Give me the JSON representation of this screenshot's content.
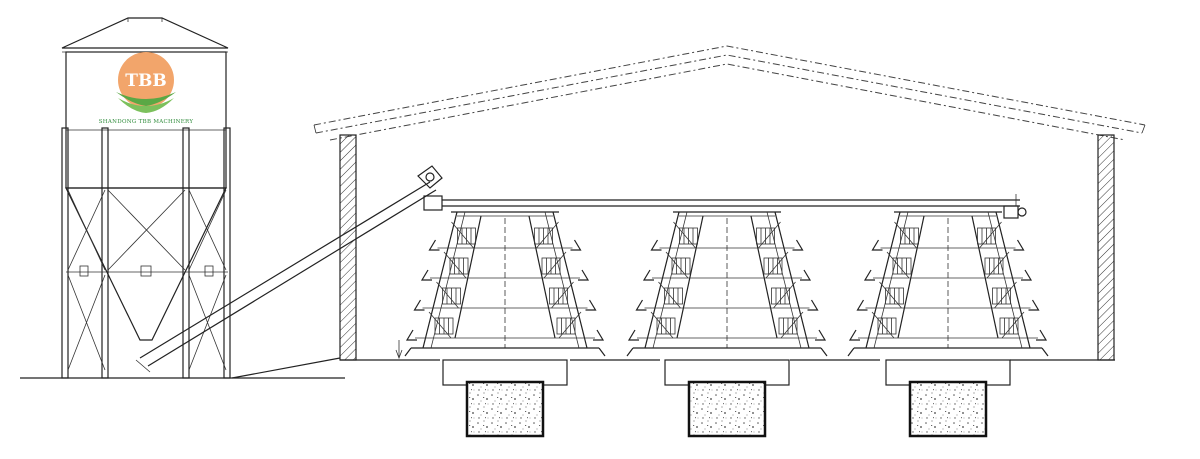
{
  "logo": {
    "mark": "TBB",
    "tagline": "SHANDONG TBB MACHINERY",
    "colors": {
      "badge": "#f2a56b",
      "leaf_green": "#5aa845",
      "text_green": "#2e8b3a"
    }
  },
  "icons": [
    "silo",
    "auger-conveyor",
    "feed-line",
    "motor",
    "cage-battery",
    "concrete-footing",
    "poultry-house"
  ],
  "battery_count": 3,
  "tiers_per_battery": 4,
  "colors": {
    "line": "#222222",
    "background": "#ffffff"
  }
}
